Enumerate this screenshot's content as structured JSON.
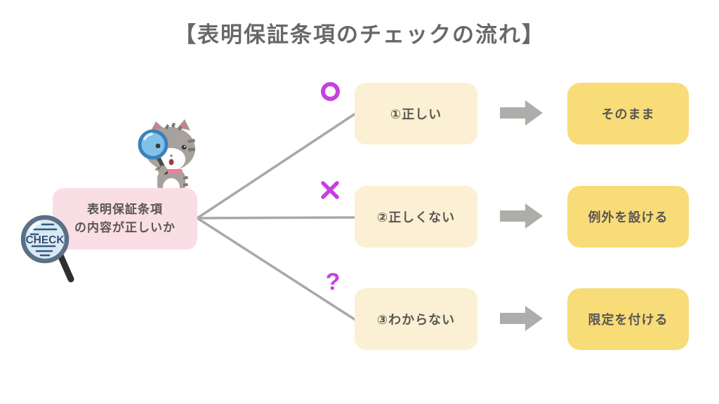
{
  "title": "【表明保証条項のチェックの流れ】",
  "source_node": {
    "line1": "表明保証条項",
    "line2": "の内容が正しいか"
  },
  "check_icon": {
    "label": "CHECK"
  },
  "rows": [
    {
      "symbol": "circle",
      "symbol_glyph": "○",
      "condition": "①正しい",
      "result": "そのまま"
    },
    {
      "symbol": "cross",
      "symbol_glyph": "×",
      "condition": "②正しくない",
      "result": "例外を設ける"
    },
    {
      "symbol": "question",
      "symbol_glyph": "?",
      "condition": "③わからない",
      "result": "限定を付ける"
    }
  ],
  "colors": {
    "condition_box": "#fbf0d3",
    "result_box": "#f8dc78",
    "source_box": "#fadee5",
    "symbol": "#c73fe0",
    "arrow": "#aeada9",
    "connector_line": "#a8a8a8",
    "text": "#595653",
    "title_text": "#686868"
  }
}
